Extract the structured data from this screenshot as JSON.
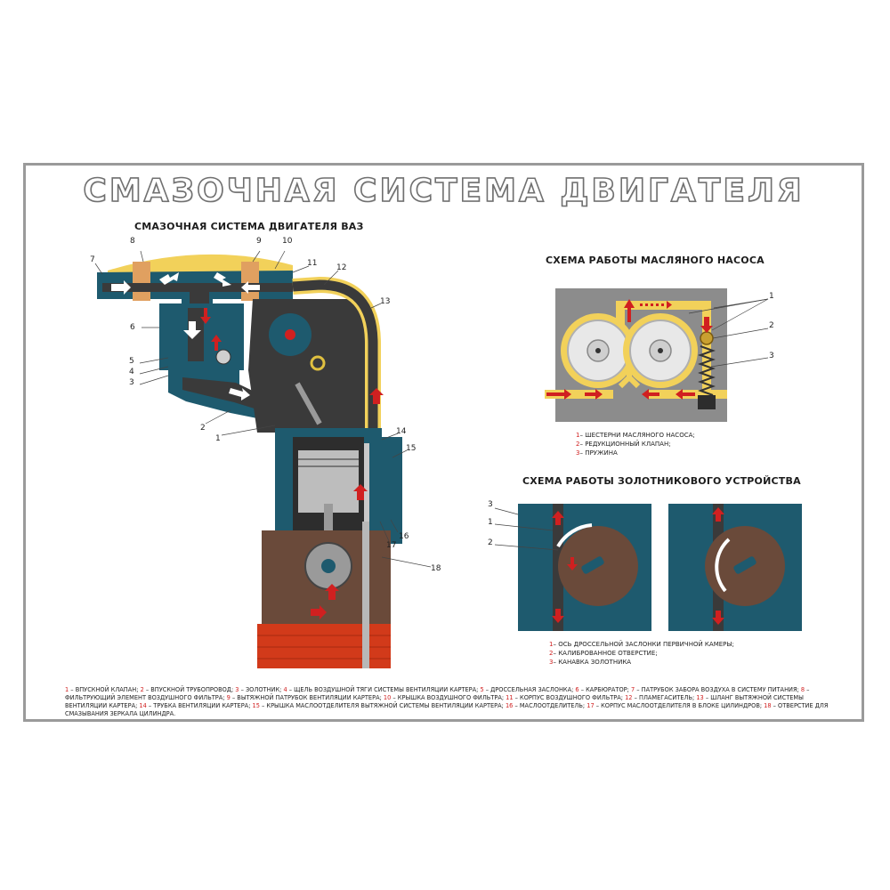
{
  "title": "СМАЗОЧНАЯ СИСТЕМА ДВИГАТЕЛЯ",
  "engine": {
    "title": "СМАЗОЧНАЯ СИСТЕМА ДВИГАТЕЛЯ ВАЗ",
    "labels": [
      "8",
      "9",
      "10",
      "7",
      "11",
      "12",
      "13",
      "6",
      "5",
      "4",
      "3",
      "2",
      "1",
      "14",
      "15",
      "17",
      "16",
      "18"
    ]
  },
  "pump": {
    "title": "СХЕМА РАБОТЫ МАСЛЯНОГО НАСОСА",
    "labels": [
      "1",
      "2",
      "3"
    ],
    "legend": [
      {
        "n": "1",
        "text": "– ШЕСТЕРНИ МАСЛЯНОГО НАСОСА;"
      },
      {
        "n": "2",
        "text": "– РЕДУКЦИОННЫЙ КЛАПАН;"
      },
      {
        "n": "3",
        "text": "– ПРУЖИНА"
      }
    ]
  },
  "spool": {
    "title": "СХЕМА РАБОТЫ ЗОЛОТНИКОВОГО УСТРОЙСТВА",
    "labels": [
      "3",
      "1",
      "2"
    ],
    "legend": [
      {
        "n": "1",
        "text": "– ОСЬ ДРОССЕЛЬНОЙ ЗАСЛОНКИ ПЕРВИЧНОЙ КАМЕРЫ;"
      },
      {
        "n": "2",
        "text": "– КАЛИБРОВАННОЕ ОТВЕРСТИЕ;"
      },
      {
        "n": "3",
        "text": "– КАНАВКА ЗОЛОТНИКА"
      }
    ]
  },
  "caption": [
    {
      "n": "1",
      "text": " – ВПУСКНОЙ КЛАПАН; "
    },
    {
      "n": "2",
      "text": " – ВПУСКНОЙ ТРУБОПРОВОД; "
    },
    {
      "n": "3",
      "text": " – ЗОЛОТНИК; "
    },
    {
      "n": "4",
      "text": " – ЩЕЛЬ ВОЗДУШНОЙ ТЯГИ СИСТЕМЫ ВЕНТИЛЯЦИИ КАРТЕРА; "
    },
    {
      "n": "5",
      "text": " – ДРОССЕЛЬНАЯ ЗАСЛОНКА; "
    },
    {
      "n": "6",
      "text": " – КАРБЮРАТОР; "
    },
    {
      "n": "7",
      "text": " – ПАТРУБОК ЗАБОРА ВОЗДУХА В СИСТЕМУ ПИТАНИЯ; "
    },
    {
      "n": "8",
      "text": " – ФИЛЬТРУЮЩИЙ ЭЛЕМЕНТ ВОЗДУШНОГО ФИЛЬТРА; "
    },
    {
      "n": "9",
      "text": " – ВЫТЯЖНОЙ ПАТРУБОК ВЕНТИЛЯЦИИ КАРТЕРА; "
    },
    {
      "n": "10",
      "text": " – КРЫШКА ВОЗДУШНОГО ФИЛЬТРА; "
    },
    {
      "n": "11",
      "text": " – КОРПУС ВОЗДУШНОГО ФИЛЬТРА; "
    },
    {
      "n": "12",
      "text": " – ПЛАМЕГАСИТЕЛЬ; "
    },
    {
      "n": "13",
      "text": " – ШЛАНГ ВЫТЯЖНОЙ СИСТЕМЫ ВЕНТИЛЯЦИИ КАРТЕРА; "
    },
    {
      "n": "14",
      "text": " – ТРУБКА ВЕНТИЛЯЦИИ КАРТЕРА; "
    },
    {
      "n": "15",
      "text": " – КРЫШКА МАСЛООТДЕЛИТЕЛЯ ВЫТЯЖНОЙ СИСТЕМЫ ВЕНТИЛЯЦИИ КАРТЕРА; "
    },
    {
      "n": "16",
      "text": " – МАСЛООТДЕЛИТЕЛЬ; "
    },
    {
      "n": "17",
      "text": " – КОРПУС МАСЛООТДЕЛИТЕЛЯ В БЛОКЕ ЦИЛИНДРОВ; "
    },
    {
      "n": "18",
      "text": " – ОТВЕРСТИЕ ДЛЯ СМАЗЫВАНИЯ ЗЕРКАЛА ЦИЛИНДРА."
    }
  ],
  "colors": {
    "teal": "#1e5a6e",
    "brown": "#6a4a3a",
    "oil": "#d23a1a",
    "yellow": "#f2d15a",
    "gray": "#8c8c8c",
    "dark": "#2d2d2d",
    "red": "#d02020"
  }
}
